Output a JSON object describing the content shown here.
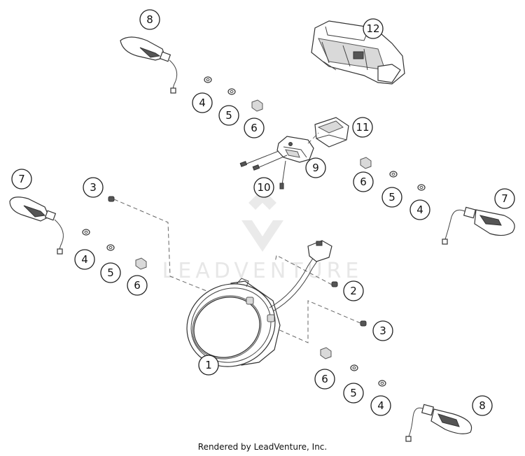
{
  "diagram": {
    "watermark": "LEADVENTURE",
    "footer": "Rendered by LeadVenture, Inc.",
    "callouts": [
      "1",
      "2",
      "3",
      "3",
      "4",
      "4",
      "4",
      "4",
      "5",
      "5",
      "5",
      "5",
      "6",
      "6",
      "6",
      "6",
      "7",
      "7",
      "8",
      "8",
      "9",
      "10",
      "11",
      "12"
    ]
  }
}
